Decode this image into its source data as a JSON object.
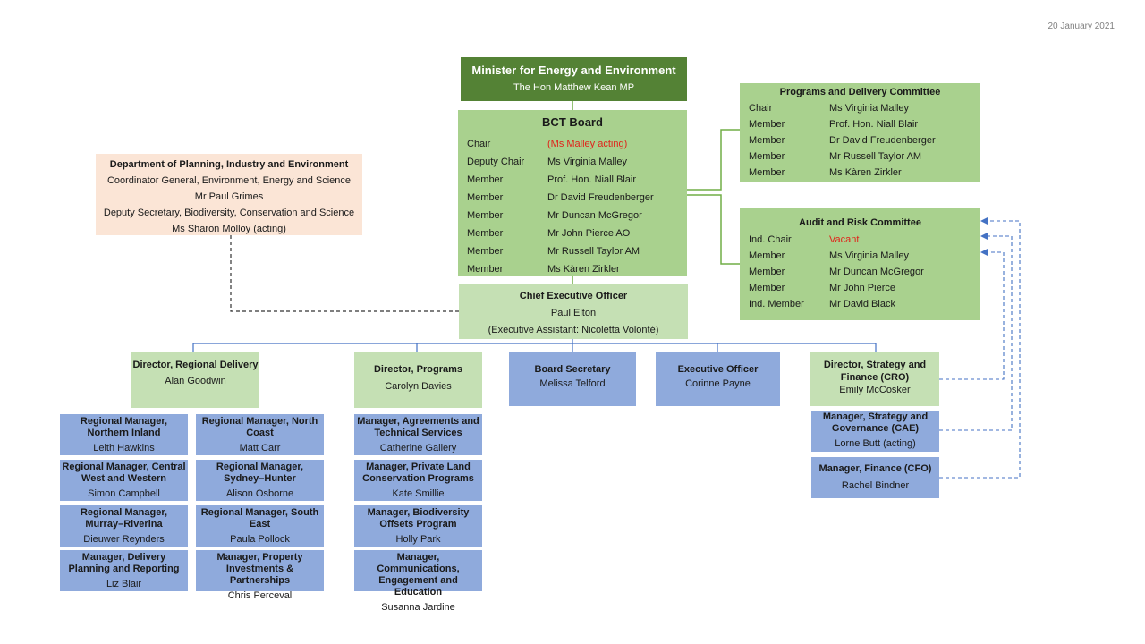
{
  "date": "20 January 2021",
  "minister": {
    "title": "Minister for Energy and Environment",
    "name": "The Hon Matthew Kean MP"
  },
  "board": {
    "title": "BCT Board",
    "rows": [
      {
        "role": "Chair",
        "name": "(Ms Malley acting)"
      },
      {
        "role": "Deputy Chair",
        "name": "Ms Virginia Malley"
      },
      {
        "role": "Member",
        "name": "Prof. Hon. Niall Blair"
      },
      {
        "role": "Member",
        "name": "Dr David Freudenberger"
      },
      {
        "role": "Member",
        "name": "Mr Duncan McGregor"
      },
      {
        "role": "Member",
        "name": "Mr John Pierce AO"
      },
      {
        "role": "Member",
        "name": "Mr Russell Taylor AM"
      },
      {
        "role": "Member",
        "name": "Ms Kàren Zirkler"
      }
    ]
  },
  "pdc": {
    "title": "Programs and Delivery Committee",
    "rows": [
      {
        "role": "Chair",
        "name": "Ms Virginia Malley"
      },
      {
        "role": "Member",
        "name": "Prof. Hon. Niall Blair"
      },
      {
        "role": "Member",
        "name": "Dr David Freudenberger"
      },
      {
        "role": "Member",
        "name": "Mr Russell Taylor AM"
      },
      {
        "role": "Member",
        "name": "Ms Kàren Zirkler"
      }
    ]
  },
  "arc": {
    "title": "Audit and Risk Committee",
    "rows": [
      {
        "role": "Ind. Chair",
        "name": "Vacant"
      },
      {
        "role": "Member",
        "name": "Ms Virginia Malley"
      },
      {
        "role": "Member",
        "name": "Mr Duncan McGregor"
      },
      {
        "role": "Member",
        "name": "Mr John Pierce"
      },
      {
        "role": "Ind. Member",
        "name": "Mr David Black"
      }
    ]
  },
  "dpie": {
    "title": "Department of Planning, Industry and Environment",
    "lines": [
      "Coordinator General, Environment, Energy and Science",
      "Mr Paul Grimes",
      "Deputy Secretary, Biodiversity, Conservation and Science",
      "Ms Sharon Molloy (acting)"
    ]
  },
  "ceo": {
    "title": "Chief Executive Officer",
    "name": "Paul Elton",
    "assistant": "(Executive Assistant: Nicoletta Volonté)"
  },
  "directors": {
    "regional": {
      "title": "Director, Regional Delivery",
      "name": "Alan Goodwin"
    },
    "programs": {
      "title": "Director, Programs",
      "name": "Carolyn Davies"
    },
    "board_secretary": {
      "title": "Board Secretary",
      "name": "Melissa Telford"
    },
    "exec_officer": {
      "title": "Executive Officer",
      "name": "Corinne Payne"
    },
    "strategy": {
      "title": "Director, Strategy and Finance (CRO)",
      "name": "Emily McCosker"
    }
  },
  "regional_col1": [
    {
      "title": "Regional Manager, Northern Inland",
      "name": "Leith Hawkins"
    },
    {
      "title": "Regional Manager, Central West and Western",
      "name": "Simon Campbell"
    },
    {
      "title": "Regional Manager, Murray–Riverina",
      "name": "Dieuwer Reynders"
    },
    {
      "title": "Manager, Delivery Planning and Reporting",
      "name": "Liz Blair"
    }
  ],
  "regional_col2": [
    {
      "title": "Regional Manager, North Coast",
      "name": "Matt Carr"
    },
    {
      "title": "Regional Manager, Sydney–Hunter",
      "name": "Alison Osborne"
    },
    {
      "title": "Regional Manager, South East",
      "name": "Paula Pollock"
    },
    {
      "title": "Manager, Property Investments & Partnerships",
      "name": "Chris Perceval"
    }
  ],
  "programs_col": [
    {
      "title": "Manager, Agreements and Technical Services",
      "name": "Catherine Gallery"
    },
    {
      "title": "Manager, Private Land Conservation Programs",
      "name": "Kate Smillie"
    },
    {
      "title": "Manager, Biodiversity Offsets Program",
      "name": "Holly Park"
    },
    {
      "title": "Manager, Communications, Engagement and Education",
      "name": "Susanna Jardine"
    }
  ],
  "strategy_col": [
    {
      "title": "Manager, Strategy and Governance (CAE)",
      "name": "Lorne Butt (acting)"
    },
    {
      "title": "Manager, Finance (CFO)",
      "name": "Rachel Bindner"
    }
  ],
  "colors": {
    "dark_green": "#548235",
    "mid_green": "#a9d18e",
    "light_green": "#c5e0b4",
    "blue": "#8faadc",
    "peach": "#fbe5d6",
    "line_blue": "#4472c4",
    "vacant_red": "#e0241b"
  }
}
